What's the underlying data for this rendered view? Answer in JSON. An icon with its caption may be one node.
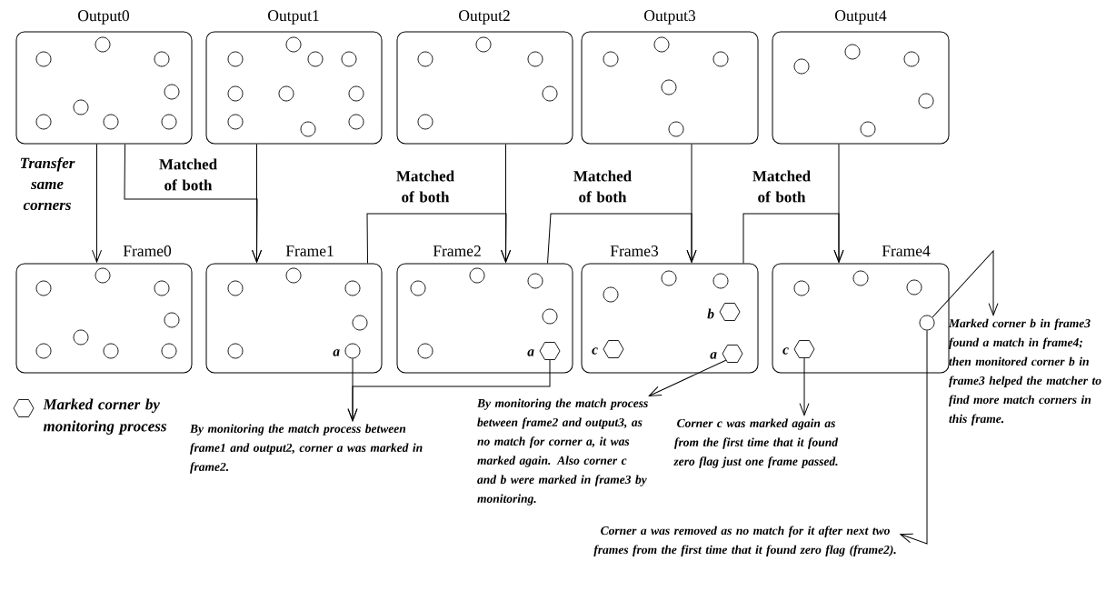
{
  "diagram": {
    "nodes": [
      {
        "text": [
          "Output0"
        ]
      },
      {
        "text": [
          "Output1"
        ]
      },
      {
        "text": [
          "Output2"
        ]
      },
      {
        "text": [
          "Output3"
        ]
      },
      {
        "text": [
          "Output4"
        ]
      },
      {
        "text": [
          "Frame0"
        ]
      },
      {
        "text": [
          "Frame1"
        ]
      },
      {
        "text": [
          "Frame2"
        ]
      },
      {
        "text": [
          "Frame3"
        ]
      },
      {
        "text": [
          "Frame4"
        ]
      },
      {
        "text": [],
        "shape": "circle",
        "in": 0
      },
      {
        "text": [],
        "shape": "circle",
        "in": 0
      },
      {
        "text": [],
        "shape": "circle",
        "in": 0
      },
      {
        "text": [],
        "shape": "circle",
        "in": 0
      },
      {
        "text": [],
        "shape": "circle",
        "in": 0
      },
      {
        "text": [],
        "shape": "circle",
        "in": 0
      },
      {
        "text": [],
        "shape": "circle",
        "in": 0
      },
      {
        "text": [],
        "shape": "circle",
        "in": 0
      },
      {
        "text": [],
        "shape": "circle",
        "in": 1
      },
      {
        "text": [],
        "shape": "circle",
        "in": 1
      },
      {
        "text": [],
        "shape": "circle",
        "in": 1
      },
      {
        "text": [],
        "shape": "circle",
        "in": 1
      },
      {
        "text": [],
        "shape": "circle",
        "in": 1
      },
      {
        "text": [],
        "shape": "circle",
        "in": 1
      },
      {
        "text": [],
        "shape": "circle",
        "in": 1
      },
      {
        "text": [],
        "shape": "circle",
        "in": 1
      },
      {
        "text": [],
        "shape": "circle",
        "in": 1
      },
      {
        "text": [],
        "shape": "circle",
        "in": 1
      },
      {
        "text": [],
        "shape": "circle",
        "in": 2
      },
      {
        "text": [],
        "shape": "circle",
        "in": 2
      },
      {
        "text": [],
        "shape": "circle",
        "in": 2
      },
      {
        "text": [],
        "shape": "circle",
        "in": 2
      },
      {
        "text": [],
        "shape": "circle",
        "in": 2
      },
      {
        "text": [],
        "shape": "circle",
        "in": 3
      },
      {
        "text": [],
        "shape": "circle",
        "in": 3
      },
      {
        "text": [],
        "shape": "circle",
        "in": 3
      },
      {
        "text": [],
        "shape": "circle",
        "in": 3
      },
      {
        "text": [],
        "shape": "circle",
        "in": 3
      },
      {
        "text": [],
        "shape": "circle",
        "in": 4
      },
      {
        "text": [],
        "shape": "circle",
        "in": 4
      },
      {
        "text": [],
        "shape": "circle",
        "in": 4
      },
      {
        "text": [],
        "shape": "circle",
        "in": 4
      },
      {
        "text": [],
        "shape": "circle",
        "in": 4
      },
      {
        "text": [],
        "shape": "circle",
        "in": 5
      },
      {
        "text": [],
        "shape": "circle",
        "in": 5
      },
      {
        "text": [],
        "shape": "circle",
        "in": 5
      },
      {
        "text": [],
        "shape": "circle",
        "in": 5
      },
      {
        "text": [],
        "shape": "circle",
        "in": 5
      },
      {
        "text": [],
        "shape": "circle",
        "in": 5
      },
      {
        "text": [],
        "shape": "circle",
        "in": 5
      },
      {
        "text": [],
        "shape": "circle",
        "in": 5
      },
      {
        "text": [],
        "shape": "circle",
        "in": 6
      },
      {
        "text": [],
        "shape": "circle",
        "in": 6
      },
      {
        "text": [],
        "shape": "circle",
        "in": 6
      },
      {
        "text": [],
        "shape": "circle",
        "in": 6
      },
      {
        "text": [],
        "shape": "circle",
        "in": 6
      },
      {
        "text": [],
        "shape": "circle",
        "in": 6,
        "beside": [
          "a"
        ]
      },
      {
        "text": [],
        "shape": "circle",
        "in": 7
      },
      {
        "text": [],
        "shape": "circle",
        "in": 7
      },
      {
        "text": [],
        "shape": "circle",
        "in": 7
      },
      {
        "text": [],
        "shape": "circle",
        "in": 7
      },
      {
        "text": [],
        "shape": "circle",
        "in": 7
      },
      {
        "text": [],
        "shape": "hexagon",
        "in": 7,
        "beside": [
          "a"
        ]
      },
      {
        "text": [],
        "shape": "circle",
        "in": 8
      },
      {
        "text": [],
        "shape": "circle",
        "in": 8
      },
      {
        "text": [],
        "shape": "circle",
        "in": 8
      },
      {
        "text": [],
        "shape": "hexagon",
        "in": 8,
        "beside": [
          "b"
        ]
      },
      {
        "text": [],
        "shape": "hexagon",
        "in": 8,
        "beside": [
          "c"
        ]
      },
      {
        "text": [],
        "shape": "hexagon",
        "in": 8,
        "beside": [
          "a"
        ]
      },
      {
        "text": [],
        "shape": "circle",
        "in": 9
      },
      {
        "text": [],
        "shape": "circle",
        "in": 9
      },
      {
        "text": [],
        "shape": "circle",
        "in": 9
      },
      {
        "text": [],
        "shape": "hexagon",
        "in": 9,
        "beside": [
          "c"
        ]
      },
      {
        "text": [],
        "shape": "circle",
        "in": 9
      },
      {
        "text": [
          "By monitoring the match process between frame1 and output2, corner a was marked in frame2."
        ]
      },
      {
        "text": [
          "By monitoring the match process between frame2 and output3, as no match for corner a, it was marked again. Also corner c and b were marked in frame3 by monitoring."
        ]
      },
      {
        "text": [
          "Corner c was marked again as from the first time that it found zero flag just one frame passed."
        ]
      },
      {
        "text": [
          "Marked corner b in frame3 found a match in frame4; then monitored corner b in frame3 helped the matcher to find more match corners in this frame."
        ]
      },
      {
        "text": [
          "Corner a was removed as no match for it after next two frames from the first time that it found zero flag (frame2)."
        ]
      }
    ],
    "edges": [
      {
        "from": 0,
        "to": 5,
        "arrow": "to",
        "label": "Transfer same corners"
      },
      {
        "from": 0,
        "to": 6,
        "arrow": "to",
        "label": "Matched of both"
      },
      {
        "from": 1,
        "to": 6,
        "arrow": "to"
      },
      {
        "from": 2,
        "to": 7,
        "arrow": "to"
      },
      {
        "from": 6,
        "to": 7,
        "arrow": "to",
        "label": "Matched of both"
      },
      {
        "from": 3,
        "to": 8,
        "arrow": "to"
      },
      {
        "from": 7,
        "to": 8,
        "arrow": "to",
        "label": "Matched of both"
      },
      {
        "from": 4,
        "to": 9,
        "arrow": "to"
      },
      {
        "from": 8,
        "to": 9,
        "arrow": "to",
        "label": "Matched of both"
      },
      {
        "from": 56,
        "to": 74,
        "arrow": "to"
      },
      {
        "from": 62,
        "to": 74,
        "arrow": "to"
      },
      {
        "from": 68,
        "to": 75,
        "arrow": "to"
      },
      {
        "from": 72,
        "to": 76,
        "arrow": "to"
      },
      {
        "from": 73,
        "to": 77,
        "arrow": "to"
      },
      {
        "from": 73,
        "to": 78,
        "arrow": "to"
      }
    ],
    "legend": [
      {
        "text": "Marked corner by monitoring process"
      }
    ]
  }
}
